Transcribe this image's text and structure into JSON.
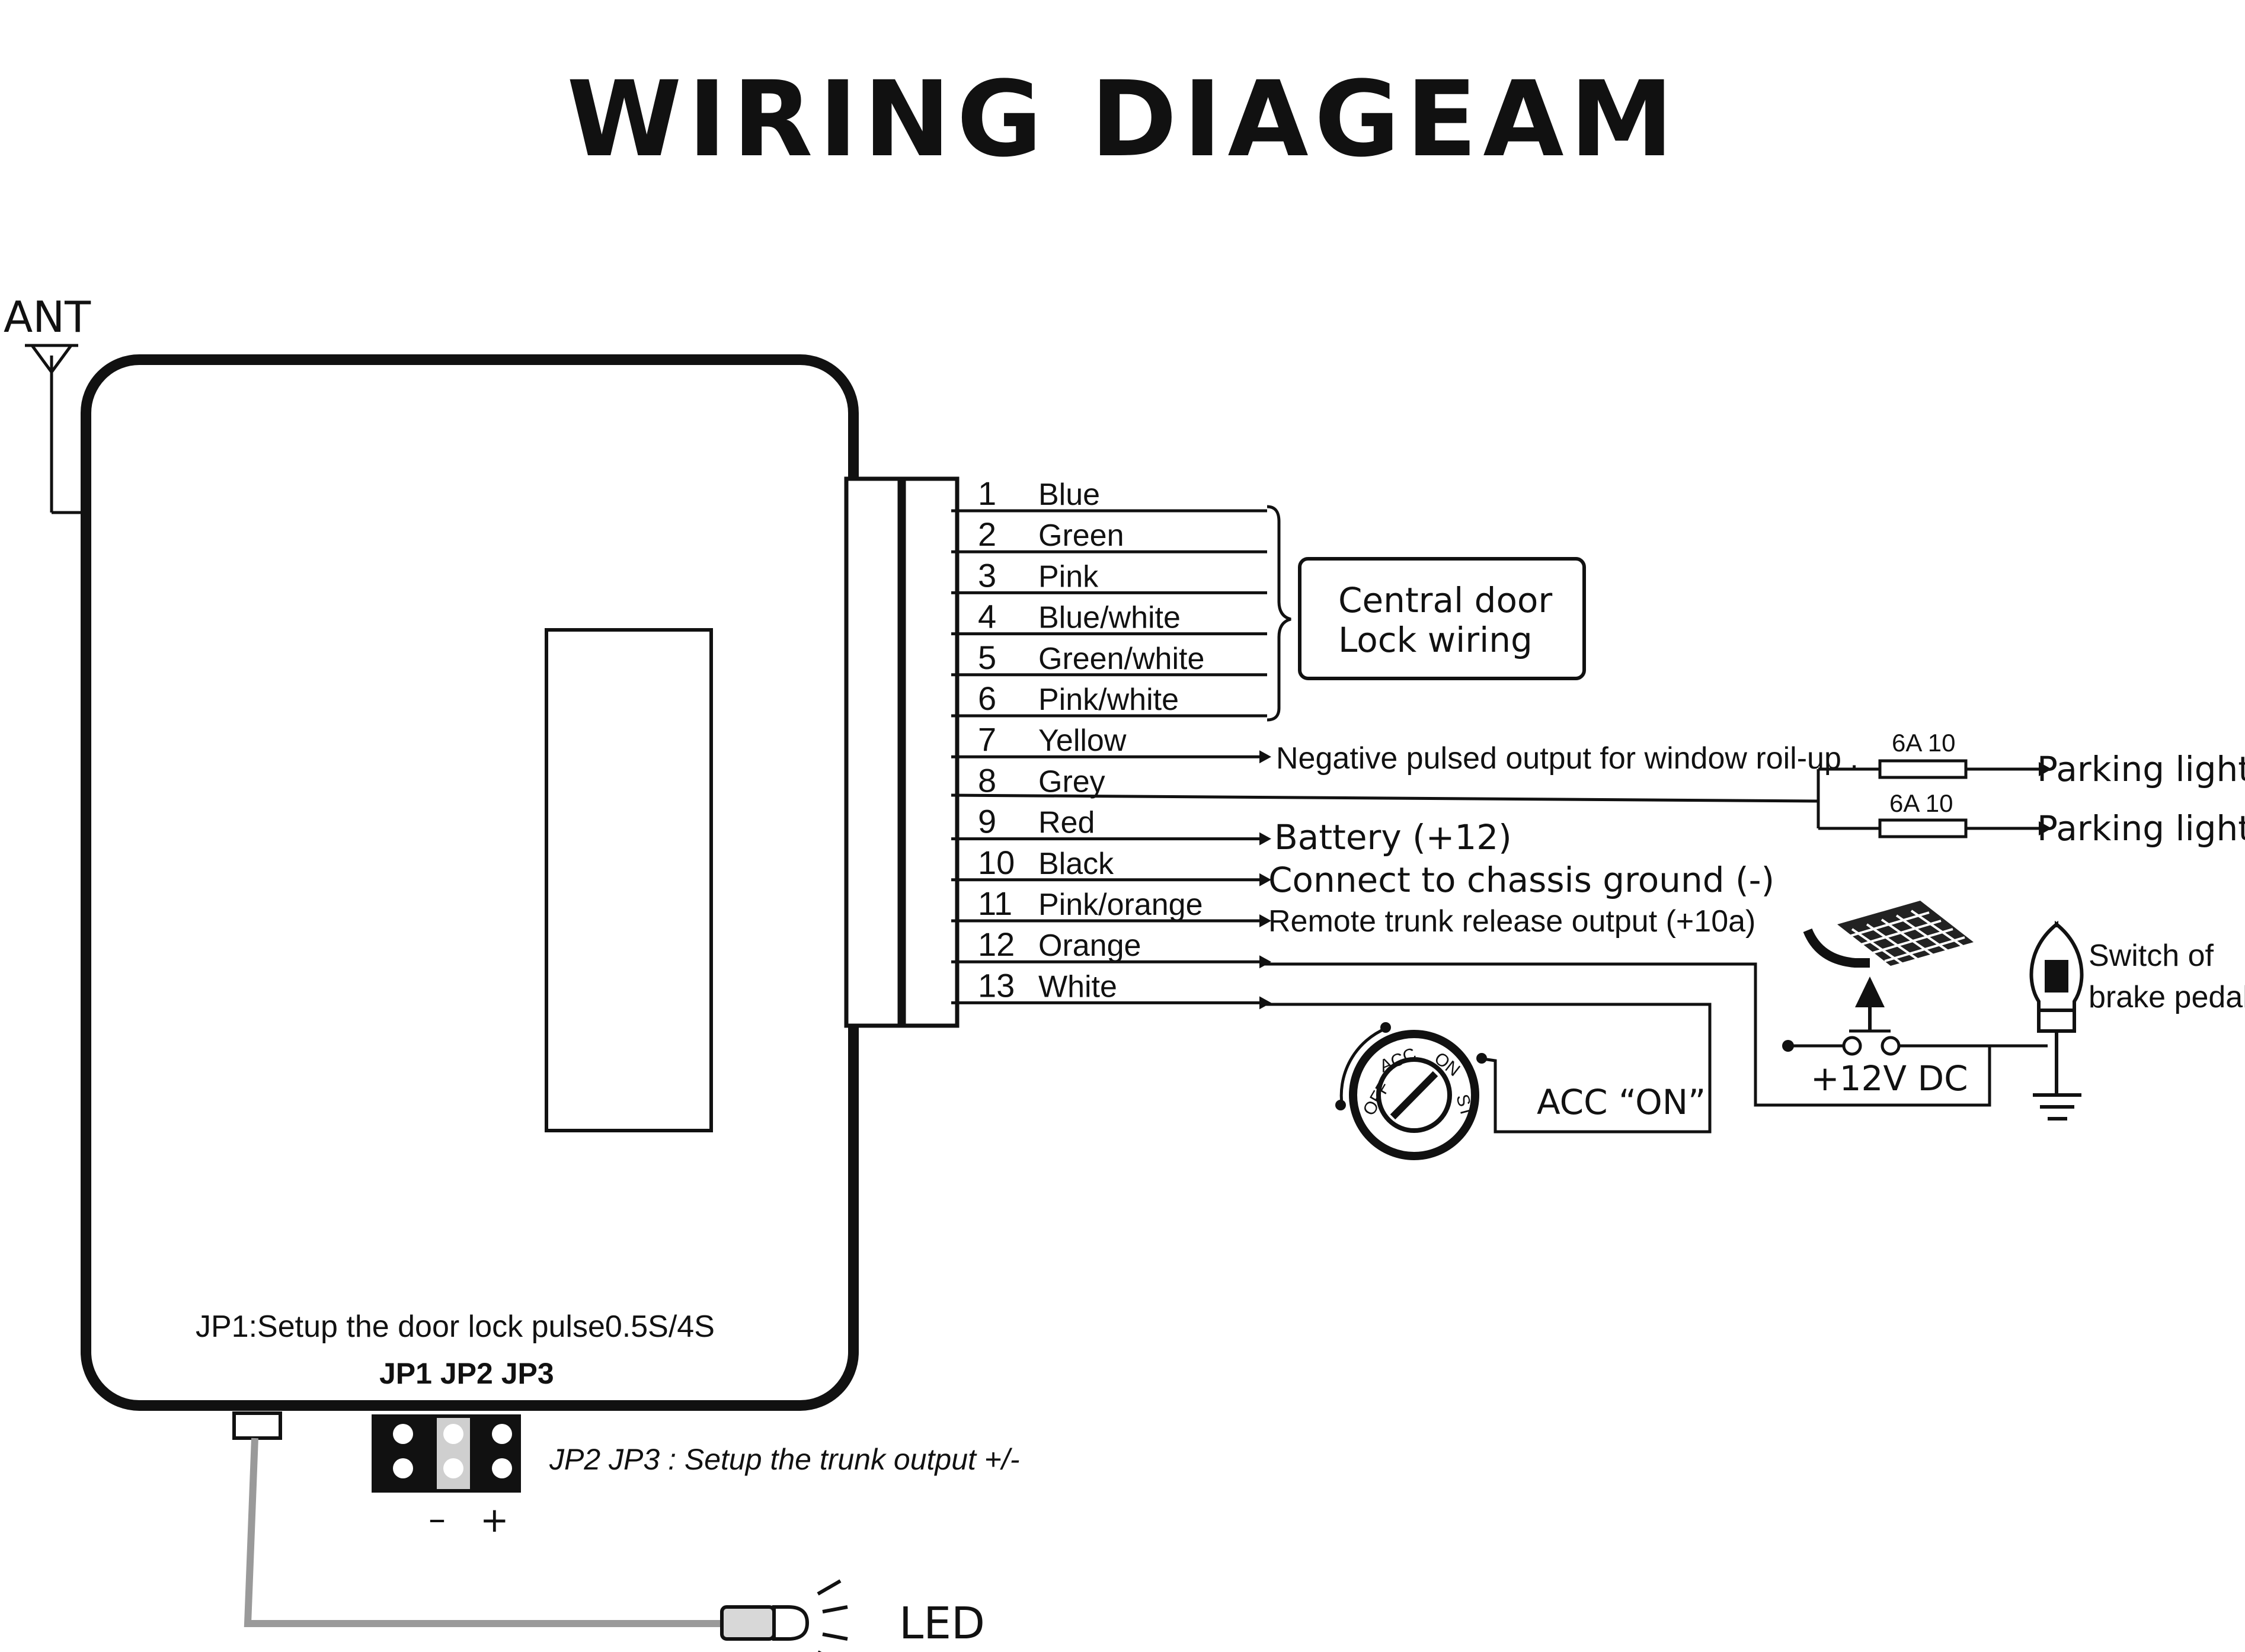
{
  "title": "WIRING DIAGEAM",
  "antenna": {
    "label": "ANT",
    "icon": "antenna-icon"
  },
  "central_door": {
    "line1": "Central door",
    "line2": "Lock wiring"
  },
  "wires": [
    {
      "num": "1",
      "color": "Blue"
    },
    {
      "num": "2",
      "color": "Green"
    },
    {
      "num": "3",
      "color": "Pink"
    },
    {
      "num": "4",
      "color": "Blue/white"
    },
    {
      "num": "5",
      "color": "Green/white"
    },
    {
      "num": "6",
      "color": "Pink/white"
    },
    {
      "num": "7",
      "color": "Yellow"
    },
    {
      "num": "8",
      "color": "Grey"
    },
    {
      "num": "9",
      "color": "Red"
    },
    {
      "num": "10",
      "color": "Black"
    },
    {
      "num": "11",
      "color": "Pink/orange"
    },
    {
      "num": "12",
      "color": "Orange"
    },
    {
      "num": "13",
      "color": "White"
    }
  ],
  "outputs": {
    "yellow": "Negative pulsed output for window roil-up .",
    "red": "Battery (+12)",
    "black": "Connect to chassis ground (-)",
    "pink_orange": "Remote trunk release output (+10a)"
  },
  "fuses": [
    {
      "rating": "6A 10",
      "target": "Parking light"
    },
    {
      "rating": "6A 10",
      "target": "Parking light"
    }
  ],
  "brake": {
    "line1": "Switch of",
    "line2": "brake pedal",
    "supply": "+12V DC",
    "icons": [
      "brake-pedal-icon",
      "bulb-icon",
      "ground-icon"
    ]
  },
  "ignition": {
    "label": "ACC “ON”",
    "positions": [
      "OFF",
      "ACC",
      "ON",
      "ST"
    ],
    "icon": "ignition-switch-icon"
  },
  "jumpers": {
    "jp1_note": "JP1:Setup the door lock pulse0.5S/4S",
    "labels": "JP1 JP2 JP3",
    "jp23_note": "JP2  JP3 : Setup the trunk output +/-",
    "minus": "–",
    "plus": "+"
  },
  "led": {
    "label": "LED",
    "icon": "led-icon"
  }
}
